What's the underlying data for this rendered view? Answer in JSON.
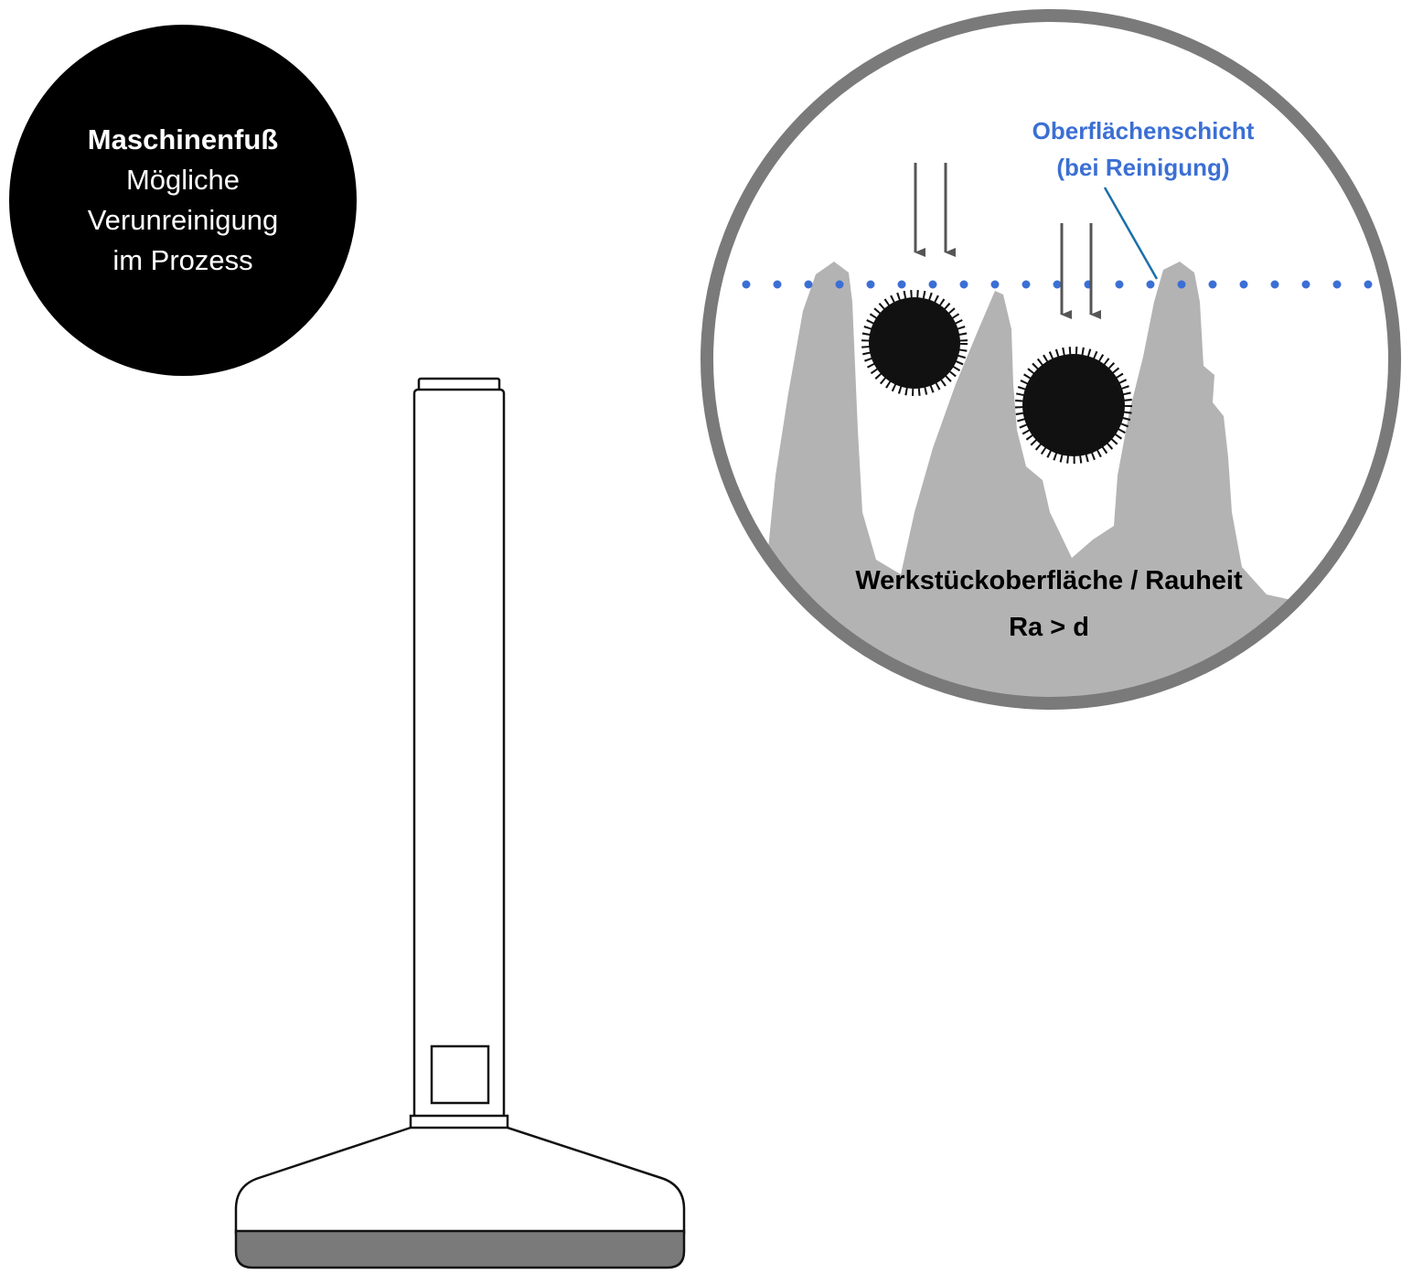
{
  "badge": {
    "title": "Maschinenfuß",
    "lines": [
      "Mögliche",
      "Verunreinigung",
      "im Prozess"
    ]
  },
  "magnifier": {
    "surface_layer_label_1": "Oberflächenschicht",
    "surface_layer_label_2": "(bei Reinigung)",
    "surface_label": "Werkstückoberfläche / Rauheit",
    "formula": "Ra > d"
  },
  "colors": {
    "layer_dots": "#3b6fd4",
    "peaks": "#b3b3b3",
    "ring": "#7a7a7a",
    "particles": "#111111",
    "foot_sole": "#7a7a7a"
  }
}
